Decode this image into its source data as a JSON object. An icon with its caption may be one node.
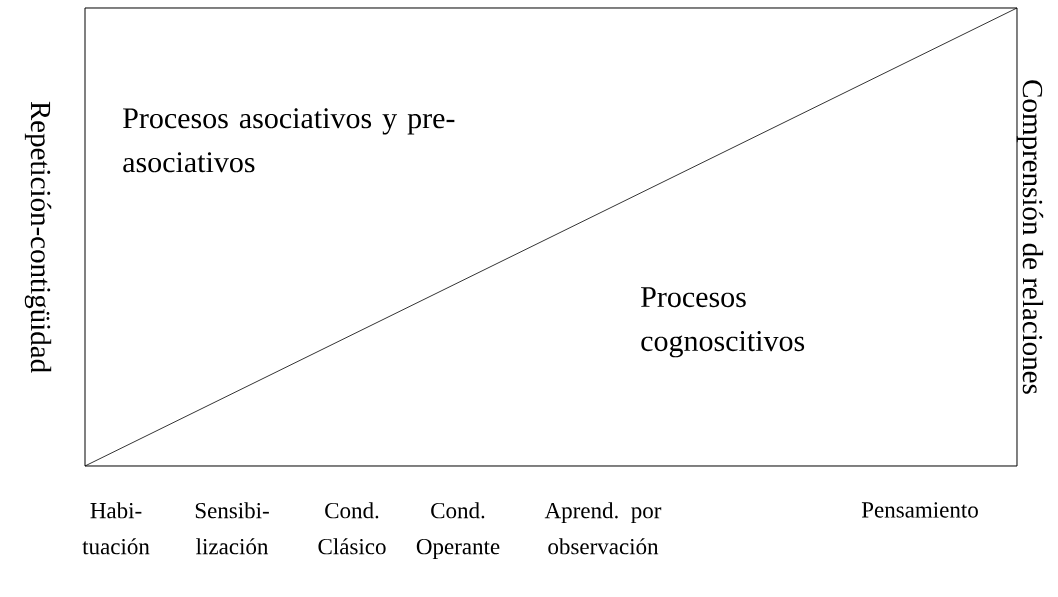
{
  "diagram": {
    "nodes": [
      {
        "text": [
          "Procesos asociativos y pre-asociativos",
          "Procesos cognoscitivos"
        ]
      }
    ],
    "labels": [
      "Repetición-contigüidad",
      "Comprensión de relaciones",
      "Habi- tuación",
      "Sensibi- lización",
      "Cond. Clásico",
      "Cond. Operante",
      "Aprend. por observación",
      "Pensamiento"
    ]
  }
}
